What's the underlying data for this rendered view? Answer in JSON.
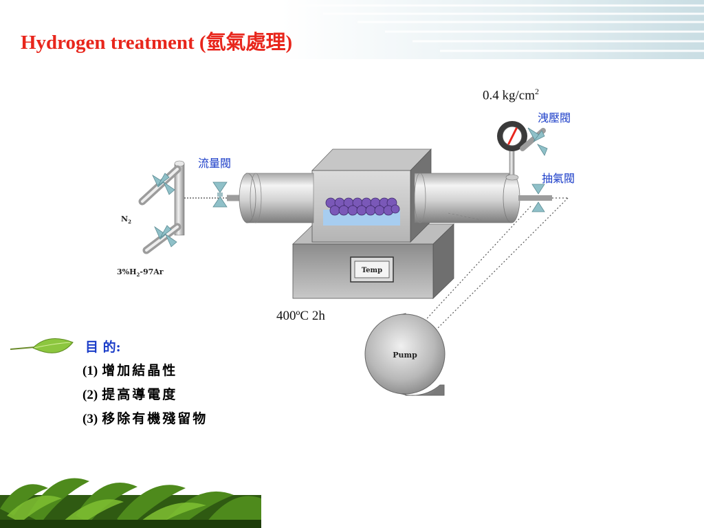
{
  "slide": {
    "title": "Hydrogen treatment (氫氣處理)"
  },
  "diagram": {
    "flow_valve_label": "流量閥",
    "relief_valve_label": "洩壓閥",
    "exhaust_valve_label": "抽氣閥",
    "pressure_value": "0.4 kg/cm",
    "pressure_exponent": "2",
    "temperature_time": "400ºC 2h",
    "gas_n2_label": "N",
    "gas_n2_sub": "2",
    "gas_mix_label_a": "3%H",
    "gas_mix_sub": "2",
    "gas_mix_label_b": "-97Ar",
    "temp_display": "Temp",
    "pump_label": "Pump"
  },
  "purpose": {
    "heading": "目 的:",
    "items": [
      {
        "num": "(1)",
        "text": "增加結晶性"
      },
      {
        "num": "(2)",
        "text": "提高導電度"
      },
      {
        "num": "(3)",
        "text": "移除有機殘留物"
      }
    ]
  },
  "colors": {
    "title": "#e8261c",
    "label_blue": "#1a3cc8",
    "valve_teal": "#8fc0c8",
    "sample_purple": "#7a58b8",
    "sample_bed": "#a7cdf0"
  }
}
